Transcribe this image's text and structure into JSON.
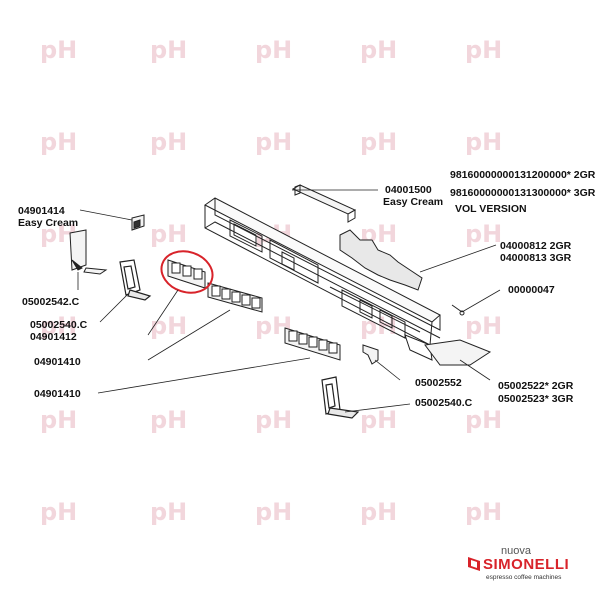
{
  "labels": {
    "p04901414": "04901414",
    "easy_cream_left": "Easy Cream",
    "p04001500": "04001500",
    "easy_cream_top": "Easy Cream",
    "p9816_2gr": "98160000000131200000* 2GR",
    "p9816_3gr": "98160000000131300000* 3GR",
    "vol_version": "VOL VERSION",
    "p04000812": "04000812 2GR",
    "p04000813": "04000813 3GR",
    "p00000047": "00000047",
    "p05002542": "05002542.C",
    "p05002540_left": "05002540.C",
    "p04901412": "04901412",
    "p04901410_a": "04901410",
    "p04901410_b": "04901410",
    "p05002552": "05002552",
    "p05002522": "05002522* 2GR",
    "p05002523": "05002523* 3GR",
    "p05002540_right": "05002540.C"
  },
  "watermark": "pH",
  "logo": {
    "prefix": "nuova",
    "brand": "SIMONELLI",
    "tagline": "espresso coffee machines"
  },
  "colors": {
    "highlight": "#d8232a",
    "watermark": "#f2d6dc",
    "brand": "#d8232a"
  }
}
